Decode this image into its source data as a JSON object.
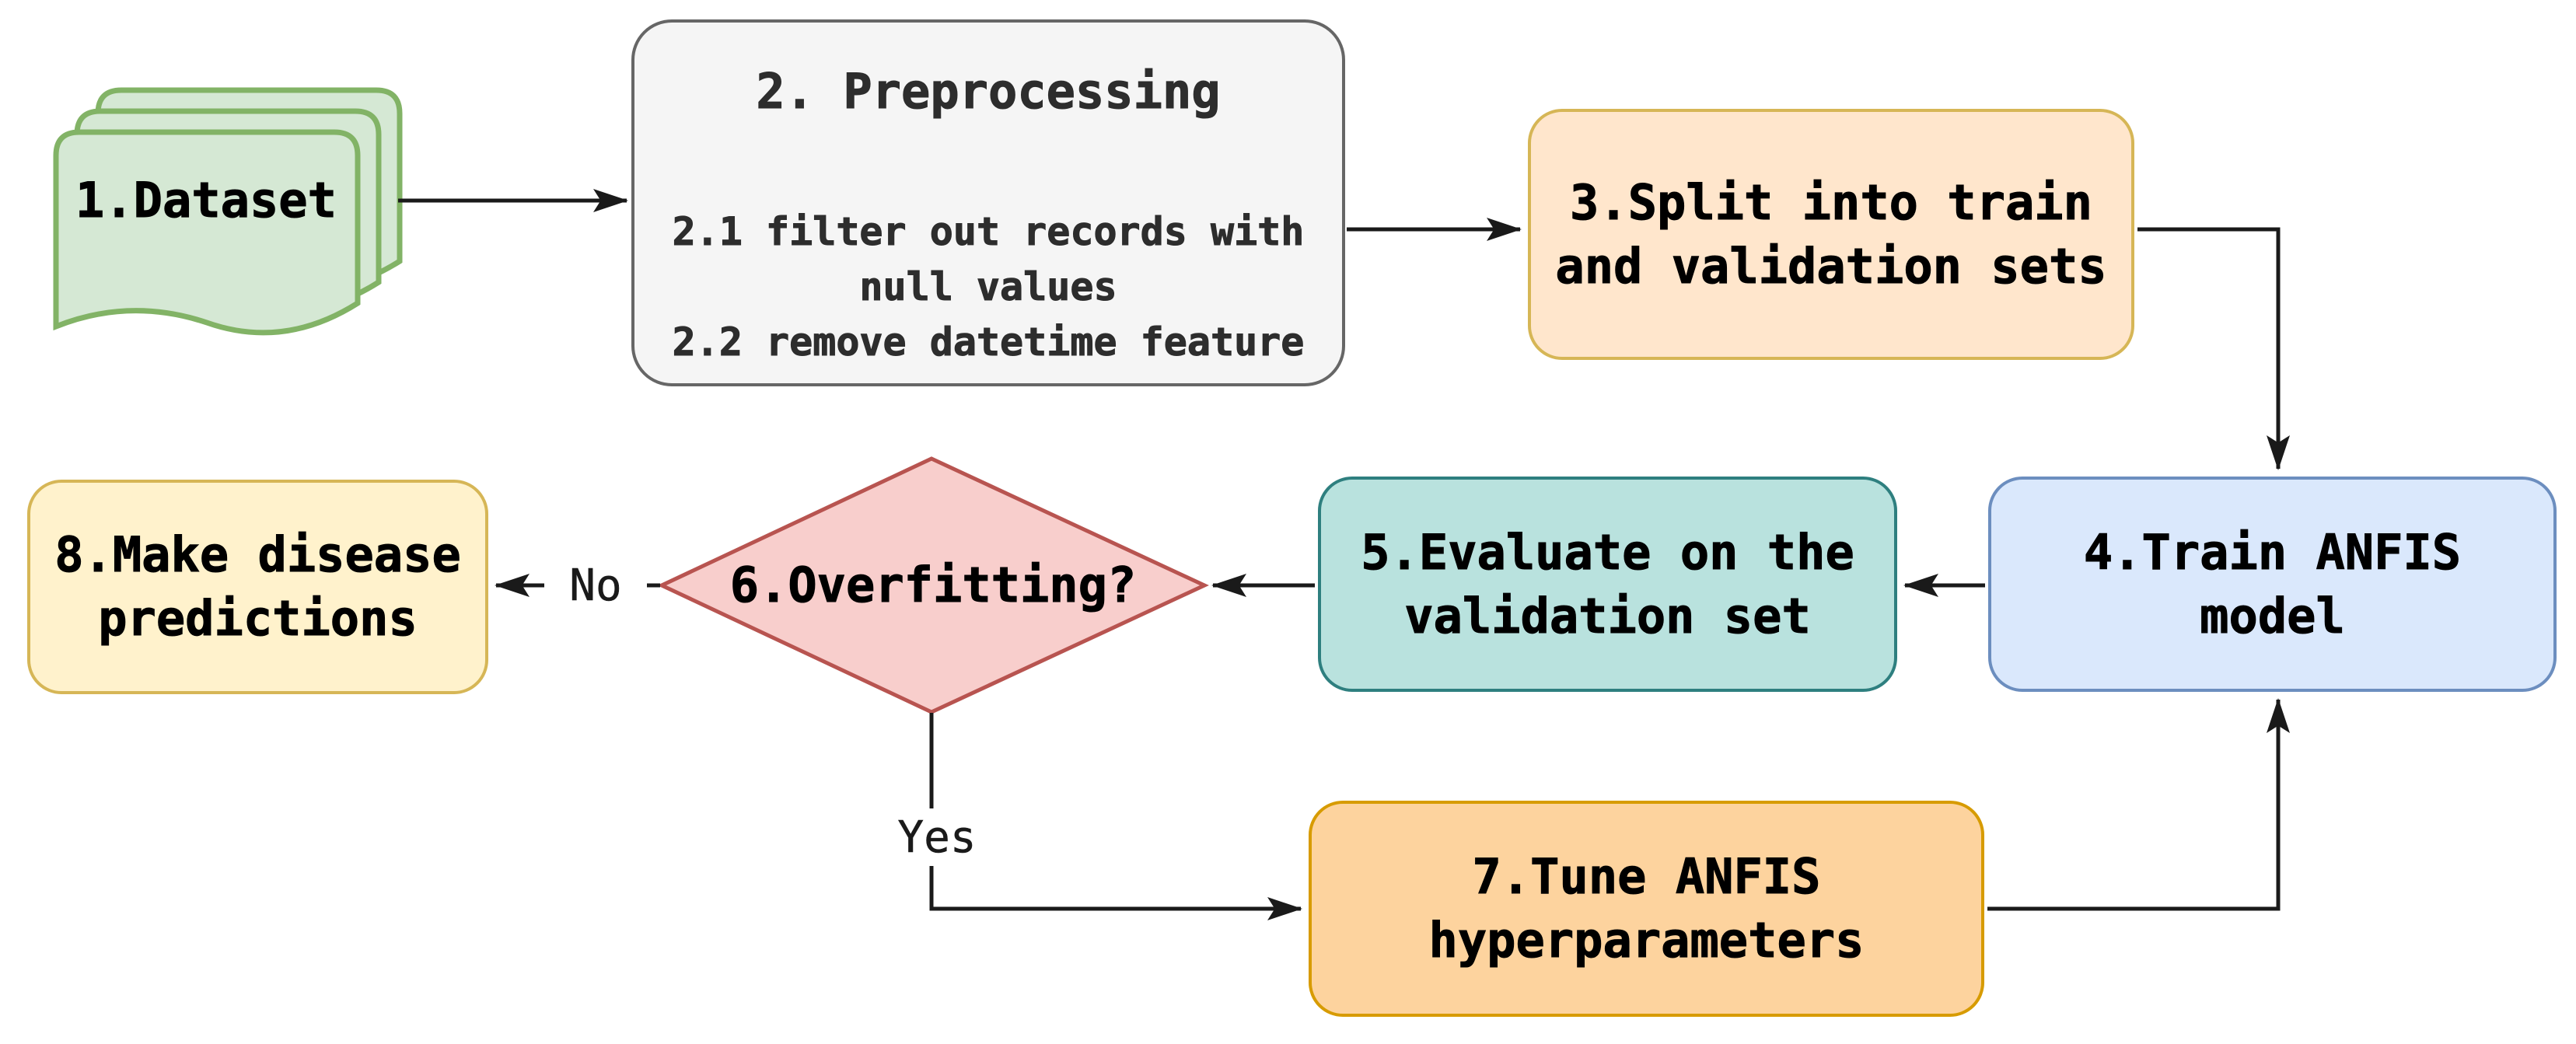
{
  "canvas": {
    "background": "#ffffff"
  },
  "nodes": {
    "dataset": {
      "label": "1.Dataset",
      "fill": "#d5e8d4",
      "border": "#82b366"
    },
    "preprocessing": {
      "title": "2. Preprocessing",
      "items": [
        "2.1 filter out records with null values",
        "2.2 remove datetime feature"
      ],
      "fill": "#f5f5f5",
      "border": "#666666",
      "text_color": "#2d2d2d"
    },
    "split": {
      "label": "3.Split into train and validation sets",
      "fill": "#ffe6cc",
      "border": "#d6b656"
    },
    "train": {
      "label": "4.Train ANFIS model",
      "fill": "#dae8fc",
      "border": "#6c8ebf"
    },
    "evaluate": {
      "label": "5.Evaluate on the validation set",
      "fill": "#b9e2de",
      "border": "#2e7f7f"
    },
    "overfitting": {
      "label": "6.Overfitting?",
      "fill": "#f8cecc",
      "border": "#b85450"
    },
    "tune": {
      "label": "7.Tune ANFIS hyperparameters",
      "fill": "#fdd39e",
      "border": "#d79b00"
    },
    "predict": {
      "label": "8.Make disease predictions",
      "fill": "#fff2cc",
      "border": "#d6b656"
    }
  },
  "edges": {
    "color": "#1a1a1a",
    "yes_label": "Yes",
    "no_label": "No"
  }
}
